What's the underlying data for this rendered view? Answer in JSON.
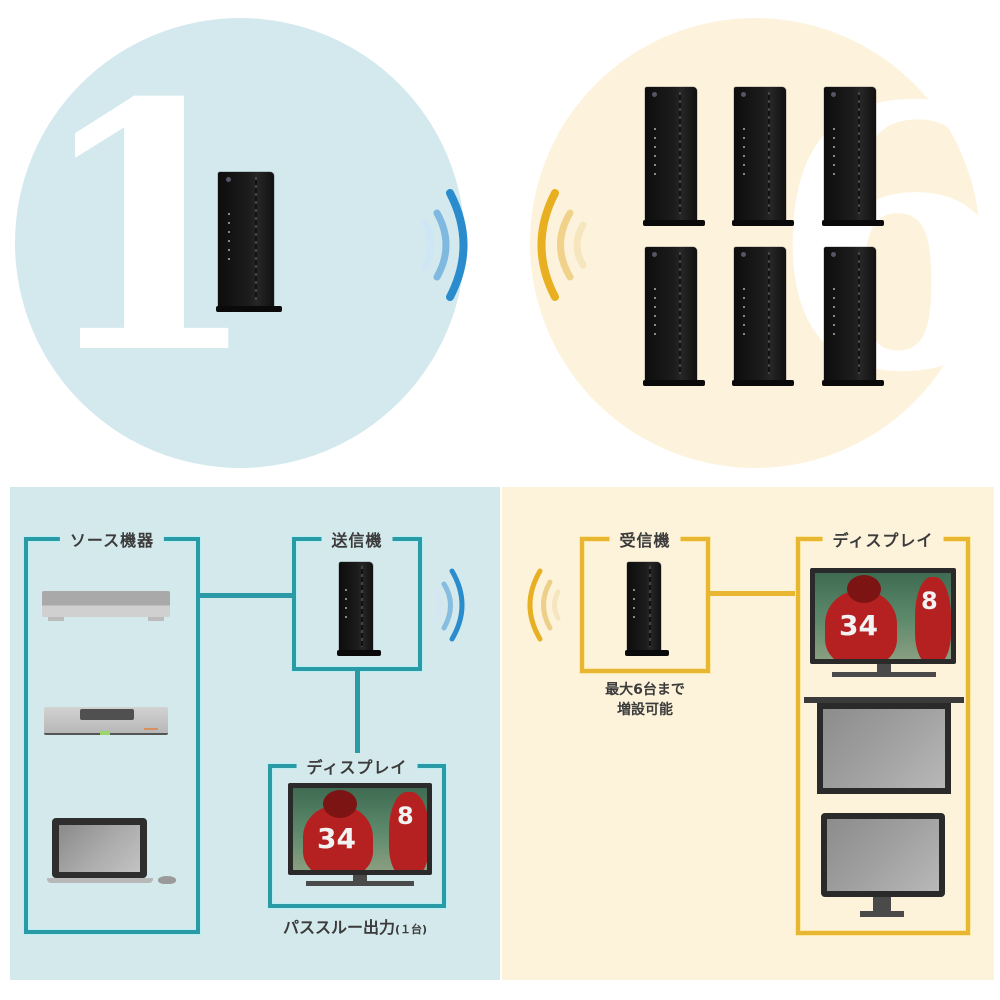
{
  "top": {
    "left_circle": {
      "number": "1",
      "color": "#d4e9ee",
      "transmitters": 1,
      "wave_color": "#2a8ccc"
    },
    "right_circle": {
      "number": "6",
      "color": "#fdf3dc",
      "receivers": 6,
      "wave_color": "#e8b020"
    }
  },
  "diagram": {
    "left_panel": {
      "color": "#d4e9ec",
      "line_color": "#2a9aa6",
      "source_box": {
        "label": "ソース機器",
        "devices": [
          "recorder",
          "set-top-box",
          "laptop"
        ]
      },
      "transmitter_box": {
        "label": "送信機"
      },
      "passthrough_box": {
        "label": "ディスプレイ",
        "caption": "パススルー出力",
        "caption_suffix": "(１台)"
      }
    },
    "right_panel": {
      "color": "#fdf2da",
      "line_color": "#e9b631",
      "receiver_box": {
        "label": "受信機",
        "caption_line1": "最大6台まで",
        "caption_line2": "増設可能"
      },
      "display_box": {
        "label": "ディスプレイ",
        "devices": [
          "tv",
          "projector-screen",
          "monitor"
        ]
      }
    },
    "tv_jersey_numbers": [
      "34",
      "8"
    ]
  }
}
